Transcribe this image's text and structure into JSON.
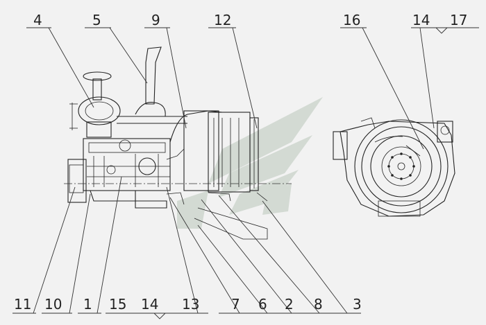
{
  "callouts": {
    "n4": "4",
    "n5": "5",
    "n9": "9",
    "n12": "12",
    "n16": "16",
    "n14a": "14",
    "n17": "17",
    "n11": "11",
    "n10": "10",
    "n1": "1",
    "n15": "15",
    "n14b": "14",
    "n13": "13",
    "n7": "7",
    "n6": "6",
    "n2": "2",
    "n8": "8",
    "n3": "3"
  },
  "colors": {
    "line": "#222222",
    "background": "#f2f2f2",
    "watermark": "#c9d3c9"
  }
}
